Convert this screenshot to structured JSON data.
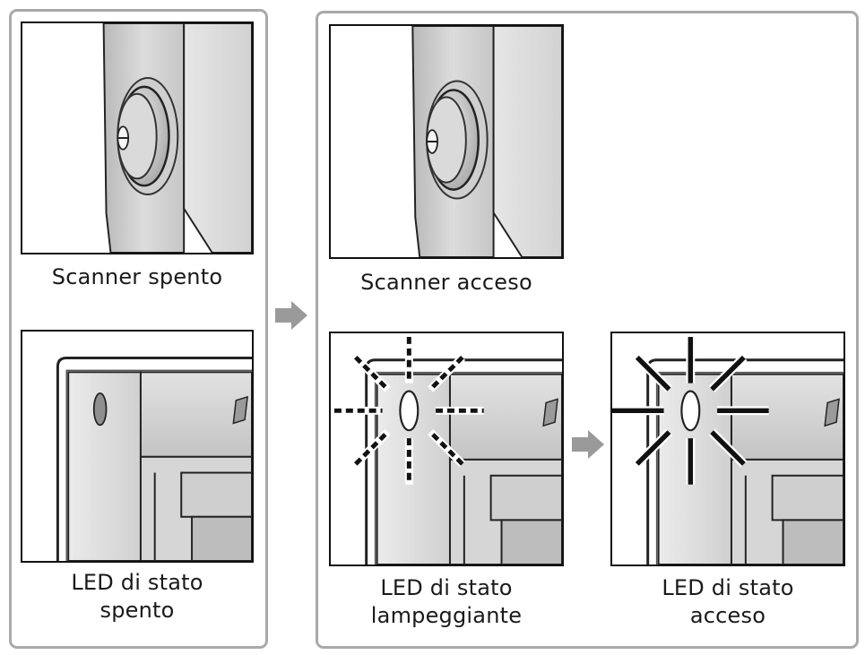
{
  "captions": {
    "scanner_off": "Scanner spento",
    "scanner_on": "Scanner acceso",
    "led_off_line1": "LED di stato",
    "led_off_line2": "spento",
    "led_blink_line1": "LED di stato",
    "led_blink_line2": "lampeggiante",
    "led_on_line1": "LED di stato",
    "led_on_line2": "acceso"
  },
  "colors": {
    "frame_border": "#a9a9a9",
    "panel_border": "#111111",
    "arrow": "#9a9a9a"
  }
}
